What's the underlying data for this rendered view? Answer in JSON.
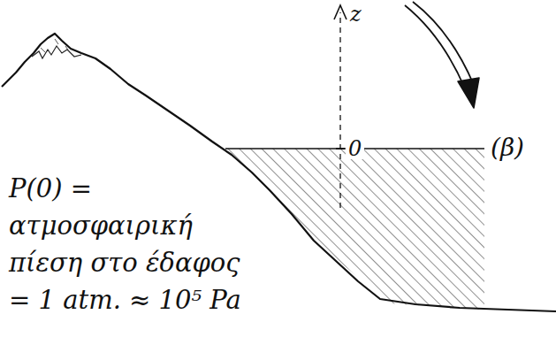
{
  "diagram": {
    "labels": [
      "z",
      "0",
      "(β)",
      "P(0) = ατμοσφαιρική πίεση στο έδαφος = 1 atm. ≈ 10⁵ Pa"
    ]
  }
}
